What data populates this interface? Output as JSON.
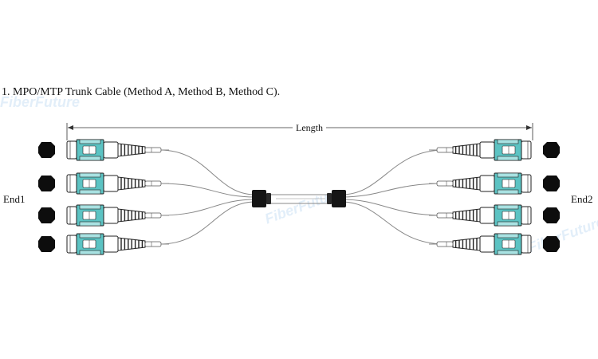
{
  "caption": "1. MPO/MTP Trunk Cable (Method A, Method B, Method C).",
  "dimension_label": "Length",
  "end_labels": {
    "left": "End1",
    "right": "End2"
  },
  "watermark_text": "FiberFuture",
  "colors": {
    "connector_body": "#5cc3c3",
    "connector_outline": "#222222",
    "dust_cap": "#0d0d0d",
    "breakout_boot": "#151515",
    "cable": "#888888"
  }
}
